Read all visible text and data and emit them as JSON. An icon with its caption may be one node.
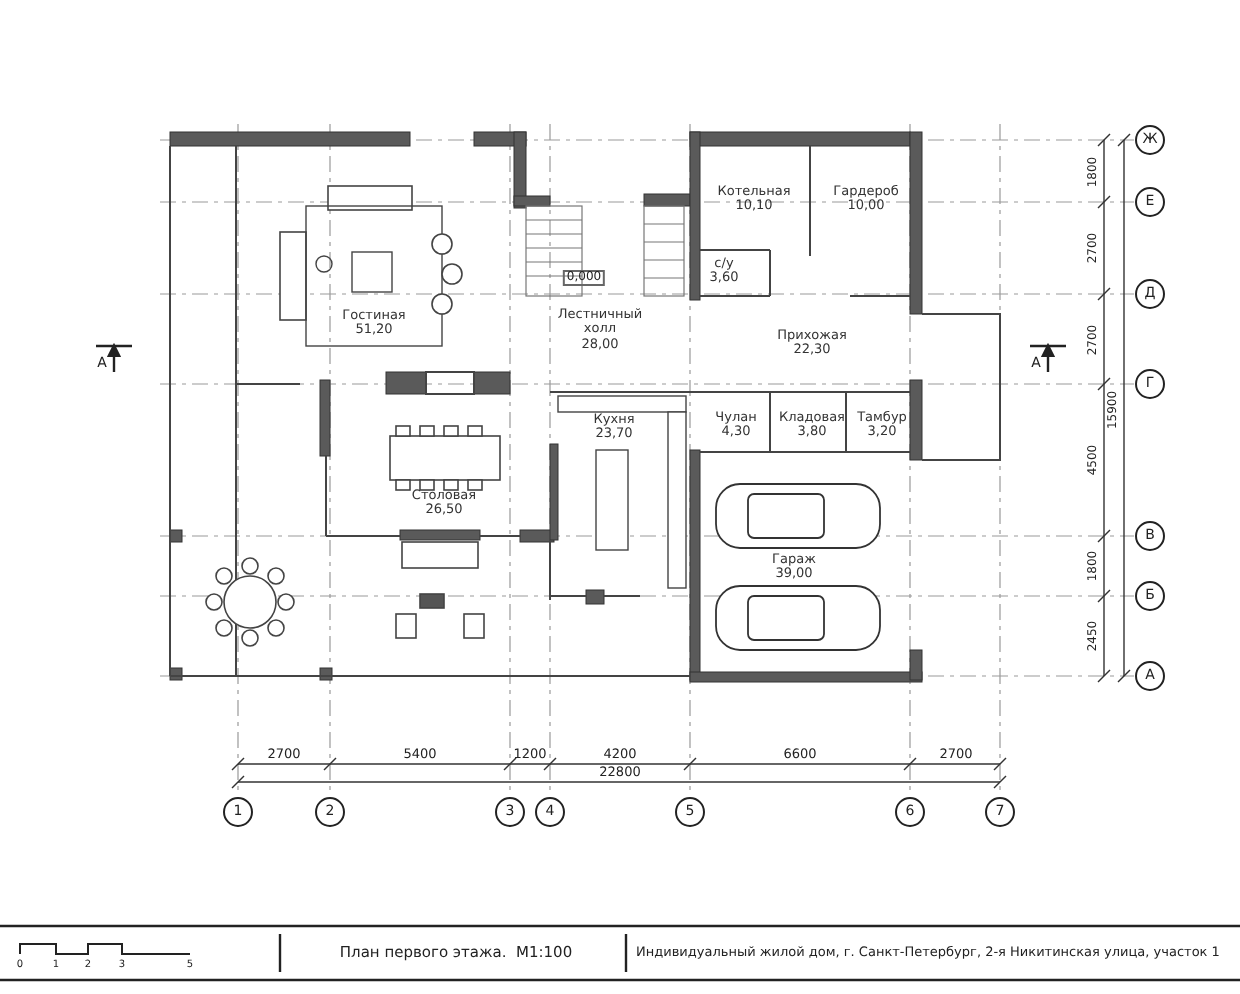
{
  "diagram": {
    "title": "План первого этажа.  М1:100",
    "nodes": [
      {
        "text": [
          "Гостиная",
          "51,20"
        ]
      },
      {
        "text": [
          "Лестничный холл",
          "28,00"
        ]
      },
      {
        "text": [
          "Столовая",
          "26,50"
        ]
      },
      {
        "text": [
          "Кухня",
          "23,70"
        ]
      },
      {
        "text": [
          "Котельная",
          "10,10"
        ]
      },
      {
        "text": [
          "Гардероб",
          "10,00"
        ]
      },
      {
        "text": [
          "с/у",
          "3,60"
        ]
      },
      {
        "text": [
          "Прихожая",
          "22,30"
        ]
      },
      {
        "text": [
          "Чулан",
          "4,30"
        ]
      },
      {
        "text": [
          "Кладовая",
          "3,80"
        ]
      },
      {
        "text": [
          "Тамбур",
          "3,20"
        ]
      },
      {
        "text": [
          "Гараж",
          "39,00"
        ]
      }
    ],
    "labels": [
      "Ж",
      "1800",
      "Е",
      "2700",
      "0,000",
      "Д",
      "2700",
      "А",
      "А",
      "Г",
      "15900",
      "4500",
      "В",
      "1800",
      "Б",
      "2450",
      "А",
      "2700",
      "5400",
      "1200",
      "4200",
      "6600",
      "2700",
      "22800",
      "1",
      "2",
      "3",
      "4",
      "5",
      "6",
      "7",
      "0",
      "1",
      "2",
      "3",
      "5",
      "Индивидуальный жилой дом,  г. Санкт-Петербург, 2-я Никитинская улица, участок 1"
    ]
  }
}
